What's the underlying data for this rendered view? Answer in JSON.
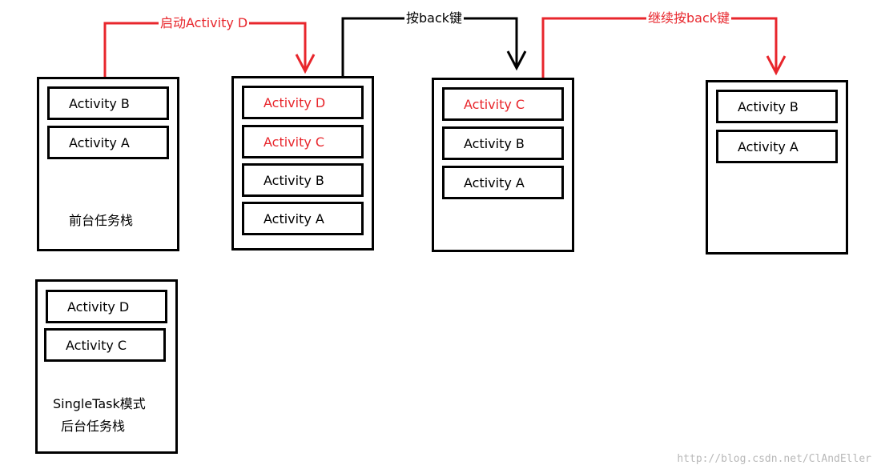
{
  "colors": {
    "accent_red": "#e8262c",
    "line_black": "#000000"
  },
  "arrows": [
    {
      "label": "启动Activity D",
      "color": "red"
    },
    {
      "label": "按back键",
      "color": "black"
    },
    {
      "label": "继续按back键",
      "color": "red"
    }
  ],
  "stacks": {
    "foreground_initial": {
      "items": [
        "Activity B",
        "Activity A"
      ],
      "caption": "前台任务栈"
    },
    "after_start_d": {
      "items": [
        "Activity D",
        "Activity C",
        "Activity B",
        "Activity A"
      ]
    },
    "after_back": {
      "items": [
        "Activity C",
        "Activity B",
        "Activity A"
      ]
    },
    "after_back_again": {
      "items": [
        "Activity B",
        "Activity A"
      ]
    },
    "background_singletask": {
      "items": [
        "Activity D",
        "Activity C"
      ],
      "caption_line1": "SingleTask模式",
      "caption_line2": "后台任务栈"
    }
  },
  "watermark": "http://blog.csdn.net/ClAndEller"
}
